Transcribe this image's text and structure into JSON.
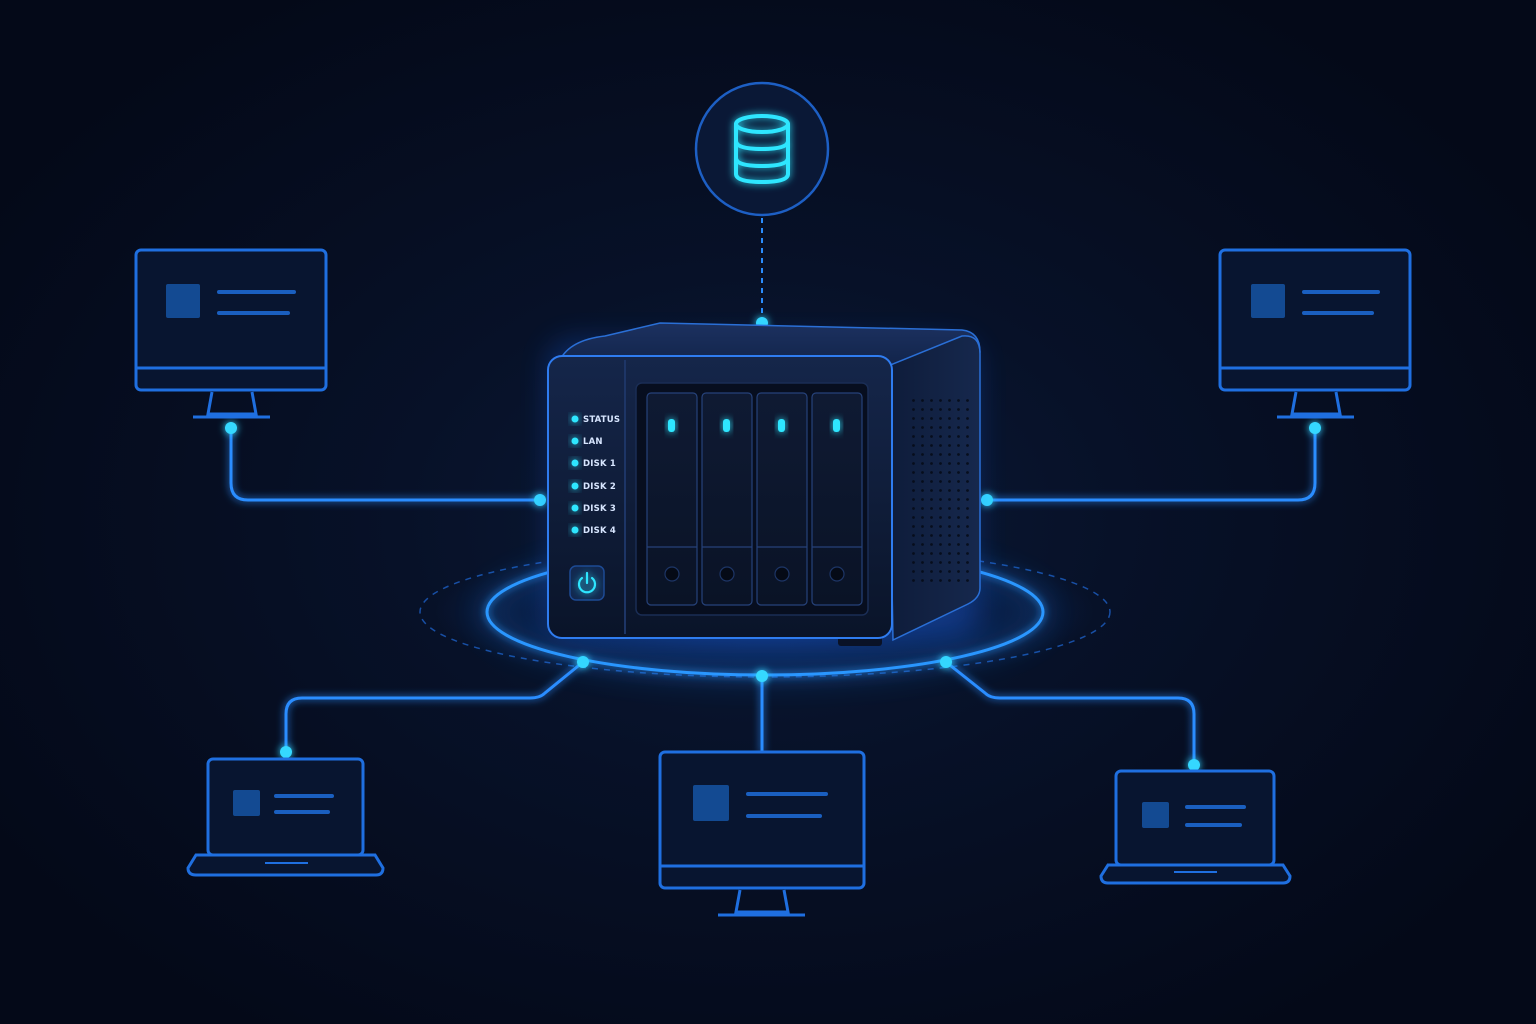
{
  "diagram": {
    "center": "NAS storage device",
    "top_node": "database-icon",
    "nas": {
      "leds": [
        {
          "label": "STATUS"
        },
        {
          "label": "LAN"
        },
        {
          "label": "DISK 1"
        },
        {
          "label": "DISK 2"
        },
        {
          "label": "DISK 3"
        },
        {
          "label": "DISK 4"
        }
      ],
      "bay_count": 4,
      "power_icon": "power-icon"
    },
    "clients": [
      {
        "type": "monitor",
        "position": "top-left"
      },
      {
        "type": "monitor",
        "position": "top-right"
      },
      {
        "type": "laptop",
        "position": "bottom-left"
      },
      {
        "type": "monitor",
        "position": "bottom-center"
      },
      {
        "type": "laptop",
        "position": "bottom-right"
      }
    ]
  },
  "colors": {
    "background": "#050b1c",
    "line_glow": "#1e8bff",
    "accent_cyan": "#2ee6ff",
    "device_outline": "#1f6fe0",
    "device_fill": "#0a1a3a",
    "nas_body": "#0f1d38"
  }
}
